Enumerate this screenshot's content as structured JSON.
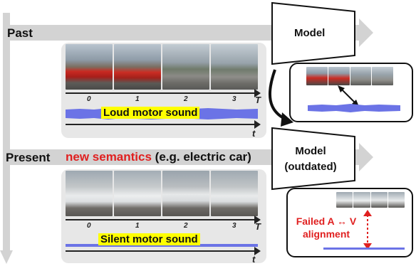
{
  "rows": {
    "past_label": "Past",
    "present_label": "Present"
  },
  "present_semantics": {
    "highlight": "new semantics",
    "rest": " (e.g. electric car)"
  },
  "past_panel": {
    "ticks": [
      "0",
      "1",
      "2",
      "3"
    ],
    "time_axis_label": "T",
    "audio_caption": "Loud motor sound",
    "audio_axis_label": "t"
  },
  "present_panel": {
    "ticks": [
      "0",
      "1",
      "2",
      "3"
    ],
    "time_axis_label": "T",
    "audio_caption": "Silent motor sound",
    "audio_axis_label": "t"
  },
  "models": {
    "past_model": "Model",
    "present_model_line1": "Model",
    "present_model_line2": "(outdated)"
  },
  "failed_alignment": {
    "line1": "Failed A ↔ V",
    "line2": "alignment"
  },
  "colors": {
    "arrow_gray": "#d3d3d3",
    "panel_gray": "#e7e7e7",
    "wave_blue": "#6b73e6",
    "caption_yellow": "#ffff00",
    "fail_red": "#e02020"
  }
}
